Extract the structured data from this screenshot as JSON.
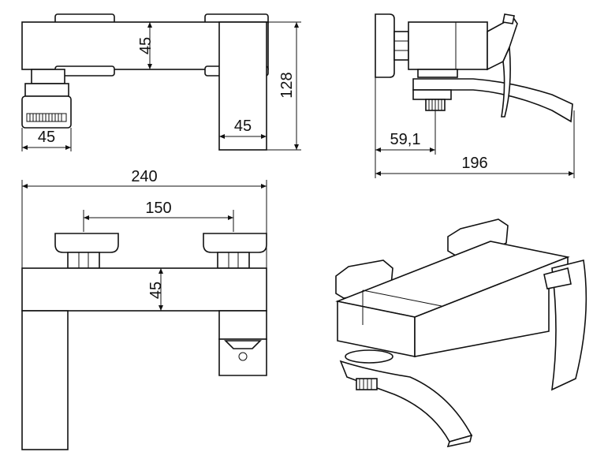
{
  "dimensions": {
    "front_height": "45",
    "overall_height": "128",
    "spout_width": "45",
    "handle_width": "45",
    "depth_to_inlet": "59,1",
    "overall_depth": "196",
    "overall_width": "240",
    "inlet_spacing": "150",
    "body_height": "45"
  }
}
